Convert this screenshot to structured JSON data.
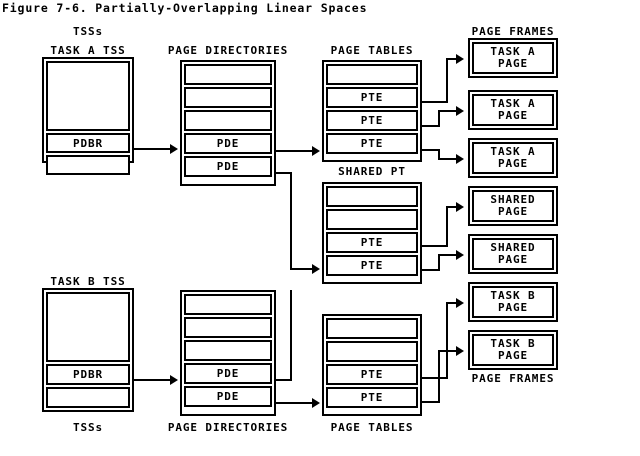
{
  "figure": {
    "title": "Figure 7-6. Partially-Overlapping Linear Spaces"
  },
  "column_headers": {
    "tsss_top": "TSSs",
    "task_a_tss": "TASK A TSS",
    "page_directories_top": "PAGE DIRECTORIES",
    "page_tables_top": "PAGE TABLES",
    "page_frames_top": "PAGE FRAMES",
    "shared_pt": "SHARED PT",
    "task_b_tss": "TASK B TSS",
    "tsss_bottom": "TSSs",
    "page_directories_bottom": "PAGE DIRECTORIES",
    "page_tables_bottom": "PAGE TABLES",
    "page_frames_bottom": "PAGE FRAMES"
  },
  "task_a_tss": {
    "rows": [
      {
        "label": ""
      },
      {
        "label": "PDBR"
      },
      {
        "label": ""
      }
    ]
  },
  "task_b_tss": {
    "rows": [
      {
        "label": ""
      },
      {
        "label": "PDBR"
      },
      {
        "label": ""
      }
    ]
  },
  "page_directory_a": {
    "rows": [
      {
        "label": ""
      },
      {
        "label": ""
      },
      {
        "label": ""
      },
      {
        "label": "PDE"
      },
      {
        "label": "PDE"
      }
    ]
  },
  "page_directory_b": {
    "rows": [
      {
        "label": ""
      },
      {
        "label": ""
      },
      {
        "label": ""
      },
      {
        "label": "PDE"
      },
      {
        "label": "PDE"
      }
    ]
  },
  "page_table_a": {
    "rows": [
      {
        "label": ""
      },
      {
        "label": "PTE"
      },
      {
        "label": "PTE"
      },
      {
        "label": "PTE"
      }
    ]
  },
  "shared_page_table": {
    "rows": [
      {
        "label": ""
      },
      {
        "label": ""
      },
      {
        "label": "PTE"
      },
      {
        "label": "PTE"
      }
    ]
  },
  "page_table_b": {
    "rows": [
      {
        "label": ""
      },
      {
        "label": ""
      },
      {
        "label": "PTE"
      },
      {
        "label": "PTE"
      }
    ]
  },
  "page_frames": [
    {
      "line1": "TASK A",
      "line2": "PAGE"
    },
    {
      "line1": "TASK A",
      "line2": "PAGE"
    },
    {
      "line1": "TASK A",
      "line2": "PAGE"
    },
    {
      "line1": "SHARED",
      "line2": "PAGE"
    },
    {
      "line1": "SHARED",
      "line2": "PAGE"
    },
    {
      "line1": "TASK B",
      "line2": "PAGE"
    },
    {
      "line1": "TASK B",
      "line2": "PAGE"
    }
  ],
  "colors": {
    "ink": "#000000",
    "paper": "#ffffff"
  }
}
